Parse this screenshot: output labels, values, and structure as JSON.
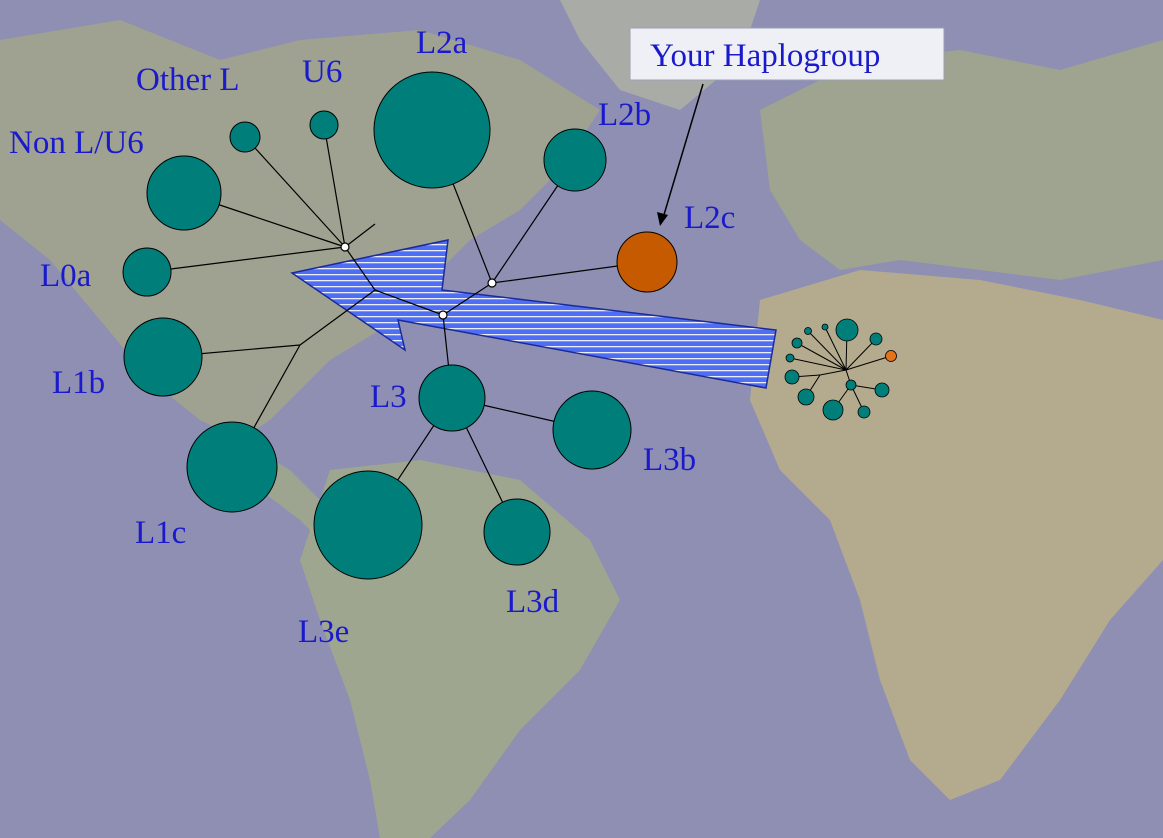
{
  "callout": {
    "label": "Your Haplogroup"
  },
  "haplogroups": [
    {
      "id": "other-l",
      "label": "Other L",
      "color": "#007f7a",
      "highlight": false
    },
    {
      "id": "u6",
      "label": "U6",
      "color": "#007f7a",
      "highlight": false
    },
    {
      "id": "l2a",
      "label": "L2a",
      "color": "#007f7a",
      "highlight": false
    },
    {
      "id": "l2b",
      "label": "L2b",
      "color": "#007f7a",
      "highlight": false
    },
    {
      "id": "l2c",
      "label": "L2c",
      "color": "#c65a00",
      "highlight": true
    },
    {
      "id": "non-l-u6",
      "label": "Non L/U6",
      "color": "#007f7a",
      "highlight": false
    },
    {
      "id": "l0a",
      "label": "L0a",
      "color": "#007f7a",
      "highlight": false
    },
    {
      "id": "l1b",
      "label": "L1b",
      "color": "#007f7a",
      "highlight": false
    },
    {
      "id": "l1c",
      "label": "L1c",
      "color": "#007f7a",
      "highlight": false
    },
    {
      "id": "l3",
      "label": "L3",
      "color": "#007f7a",
      "highlight": false
    },
    {
      "id": "l3b",
      "label": "L3b",
      "color": "#007f7a",
      "highlight": false
    },
    {
      "id": "l3e",
      "label": "L3e",
      "color": "#007f7a",
      "highlight": false
    },
    {
      "id": "l3d",
      "label": "L3d",
      "color": "#007f7a",
      "highlight": false
    }
  ],
  "colors": {
    "teal": "#007f7a",
    "orange": "#c65a00",
    "arrow": "#4f6ef2",
    "label_text": "#1a1acc",
    "ocean": "#8e8fb3"
  }
}
